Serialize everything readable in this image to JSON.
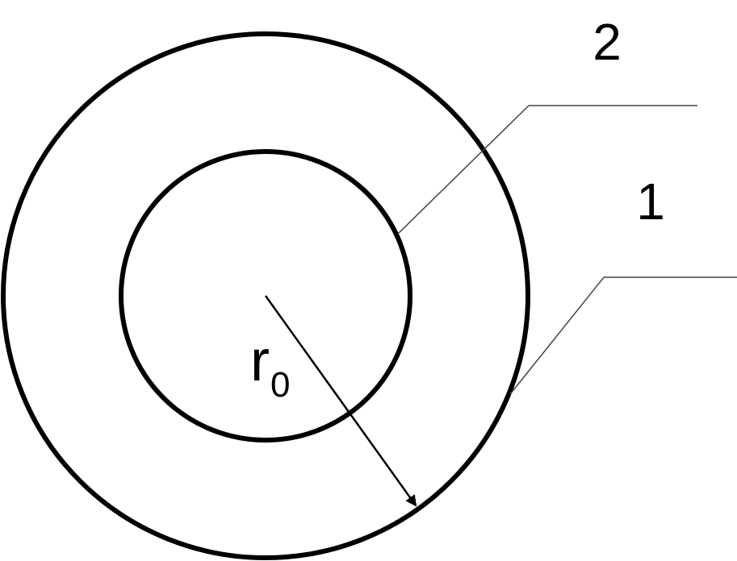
{
  "diagram": {
    "labels": {
      "outer_label": "2",
      "inner_label": "1",
      "radius_symbol": "r",
      "radius_subscript": "0"
    },
    "colors": {
      "stroke": "#000000",
      "leader": "#444444",
      "background": "#ffffff"
    }
  }
}
